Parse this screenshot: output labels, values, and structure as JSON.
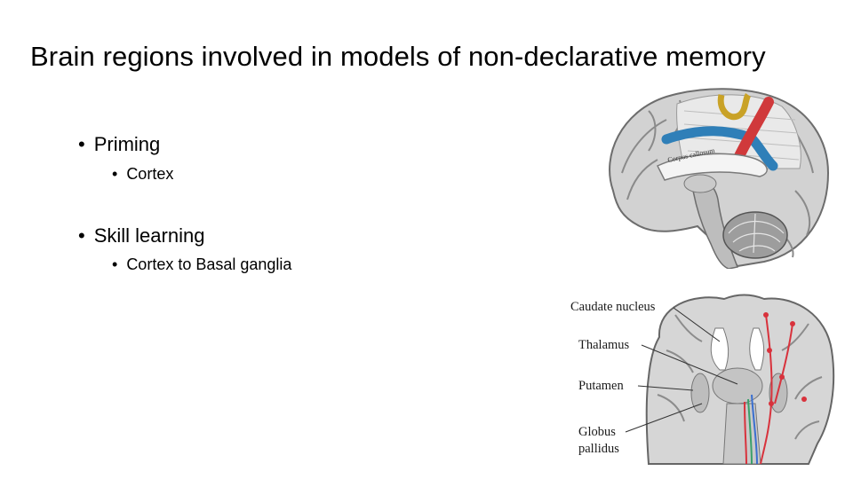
{
  "slide": {
    "title": "Brain regions involved in models of non-declarative memory",
    "bullets": [
      {
        "label": "Priming",
        "sub": [
          "Cortex"
        ]
      },
      {
        "label": "Skill learning",
        "sub": [
          "Cortex to Basal ganglia"
        ]
      }
    ],
    "bullet_char": "•"
  },
  "figure_sagittal": {
    "label": "Corpus callosum",
    "colors": {
      "fornix_gold": "#c9a227",
      "tract_blue": "#2f7fb8",
      "tract_red": "#d0393b",
      "tissue": "#cfcfcf"
    }
  },
  "figure_coronal": {
    "labels": {
      "caudate": "Caudate nucleus",
      "thalamus": "Thalamus",
      "putamen": "Putamen",
      "globus1": "Globus",
      "globus2": "pallidus"
    },
    "colors": {
      "red_pathway": "#d8323c",
      "blue_pathway": "#3a6fd0",
      "green_pathway": "#3aa06a"
    }
  }
}
